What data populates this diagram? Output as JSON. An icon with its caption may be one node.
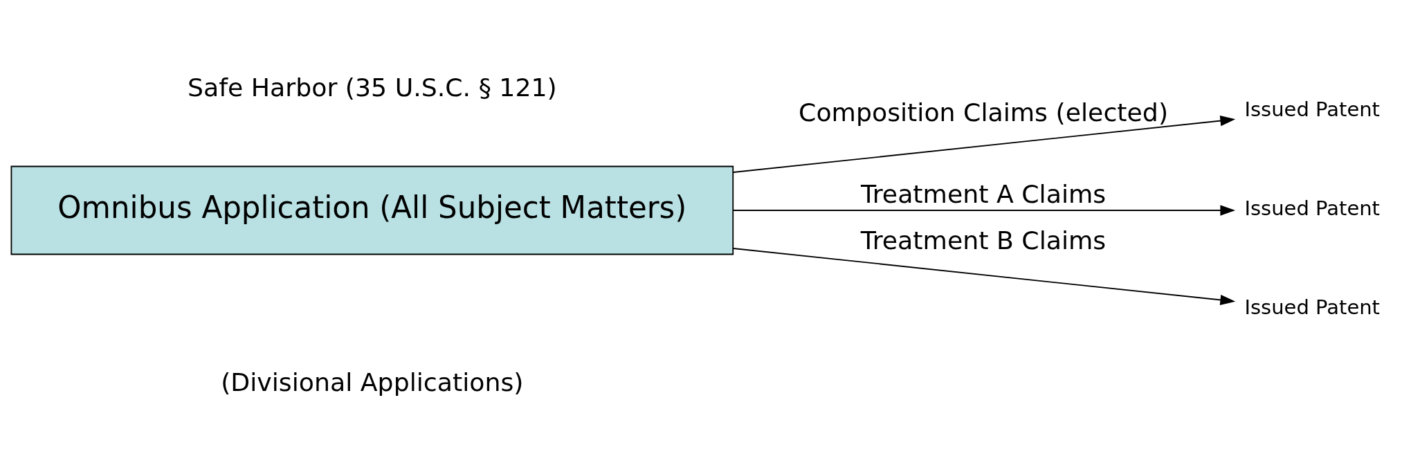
{
  "diagram": {
    "nodes": [
      {
        "text": [
          "Omnibus Application (All Subject Matters)"
        ]
      },
      {
        "text": [
          "Issued Patent"
        ]
      },
      {
        "text": [
          "Issued Patent"
        ]
      },
      {
        "text": [
          "Issued Patent"
        ]
      }
    ],
    "edges": [
      {
        "from": 0,
        "to": 1,
        "arrow": "to",
        "label": "Composition Claims (elected)"
      },
      {
        "from": 0,
        "to": 2,
        "arrow": "to",
        "label": "Treatment A Claims"
      },
      {
        "from": 0,
        "to": 3,
        "arrow": "to",
        "label": "Treatment B Claims"
      }
    ],
    "labels": [
      "(Divisional Applications)",
      "Safe Harbor (35 U.S.C. § 121)"
    ]
  }
}
